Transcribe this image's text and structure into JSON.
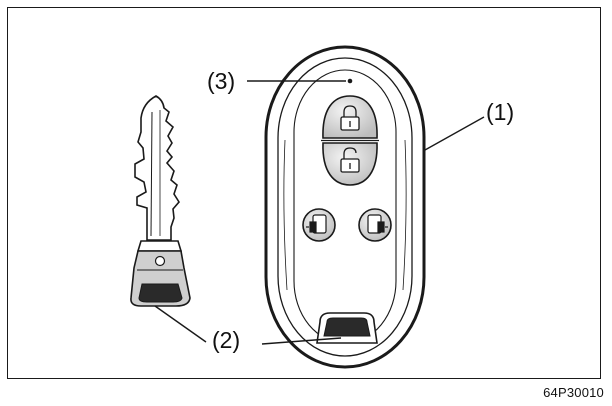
{
  "figure": {
    "callouts": {
      "remote_body": "(1)",
      "mechanical_key": "(2)",
      "indicator_light": "(3)"
    },
    "code": "64P30010"
  },
  "colors": {
    "line": "#1a1a1a",
    "button_fill": "#d9d9d9",
    "key_grip_fill": "#cfcfcf",
    "background": "#ffffff"
  },
  "icons": [
    "lock-icon",
    "unlock-icon",
    "left-slide-door-icon",
    "right-slide-door-icon"
  ]
}
